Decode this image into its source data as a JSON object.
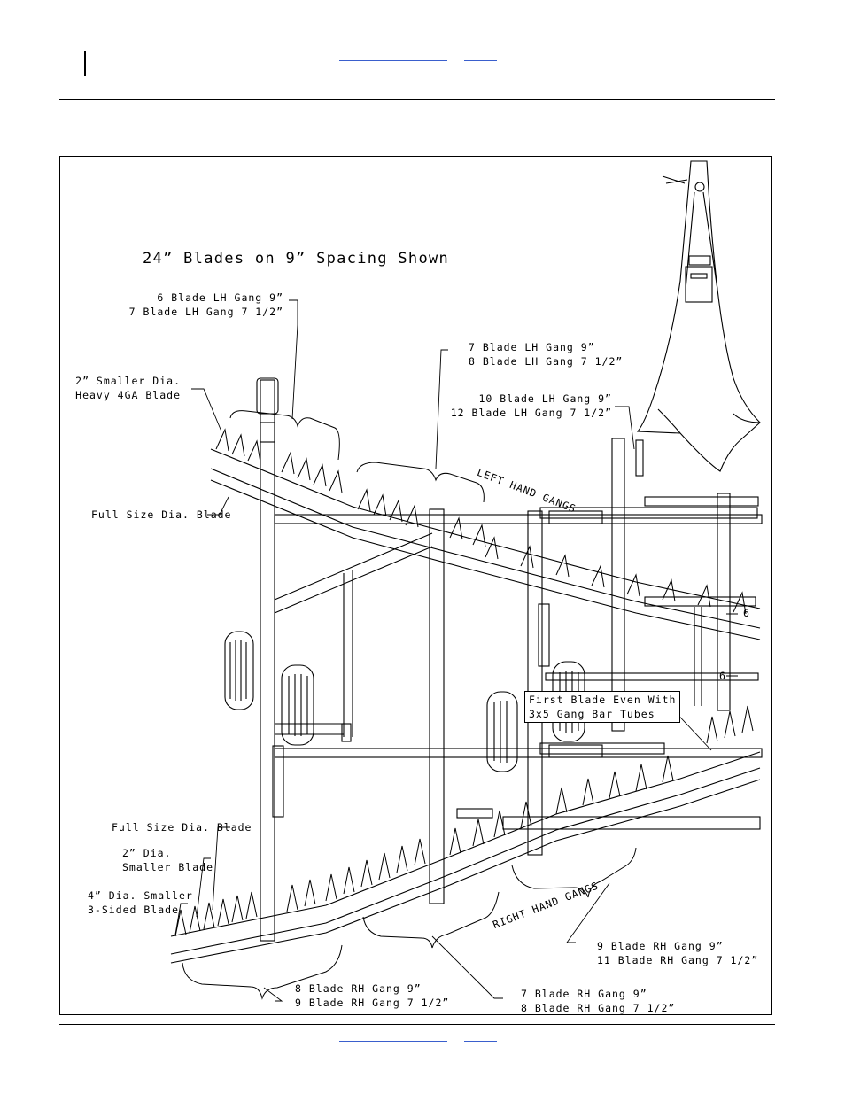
{
  "header": {
    "link_left": "",
    "link_right": ""
  },
  "figure": {
    "title": "24” Blades on 9” Spacing Shown",
    "labels": {
      "lh6_line1": "6 Blade LH Gang 9”",
      "lh6_line2": "7 Blade LH Gang 7 1/2”",
      "lh7_line1": "7 Blade LH Gang 9”",
      "lh7_line2": "8 Blade LH Gang 7 1/2”",
      "smaller_line1": "2” Smaller Dia.",
      "smaller_line2": "Heavy 4GA Blade",
      "lh10_line1": "10 Blade LH Gang 9”",
      "lh10_line2": "12 Blade LH Gang 7 1/2”",
      "left_gangs": "LEFT HAND GANGS",
      "full_size_top": "Full Size Dia. Blade",
      "num_6a": "6",
      "num_6b": "6",
      "first_blade_line1": "First Blade Even With",
      "first_blade_line2": "3x5 Gang Bar Tubes",
      "full_size_bottom": "Full Size Dia. Blade",
      "two_dia_line1": "2” Dia.",
      "two_dia_line2": "Smaller Blade",
      "four_dia_line1": "4” Dia. Smaller",
      "four_dia_line2": "3-Sided Blade",
      "right_gangs": "RIGHT HAND GANGS",
      "rh9_line1": "9 Blade RH Gang 9”",
      "rh9_line2": "11 Blade RH Gang 7 1/2”",
      "rh8_line1": "8 Blade RH Gang 9”",
      "rh8_line2": "9 Blade RH Gang 7 1/2”",
      "rh7_line1": "7 Blade RH Gang 9”",
      "rh7_line2": "8 Blade RH Gang 7 1/2”"
    }
  }
}
